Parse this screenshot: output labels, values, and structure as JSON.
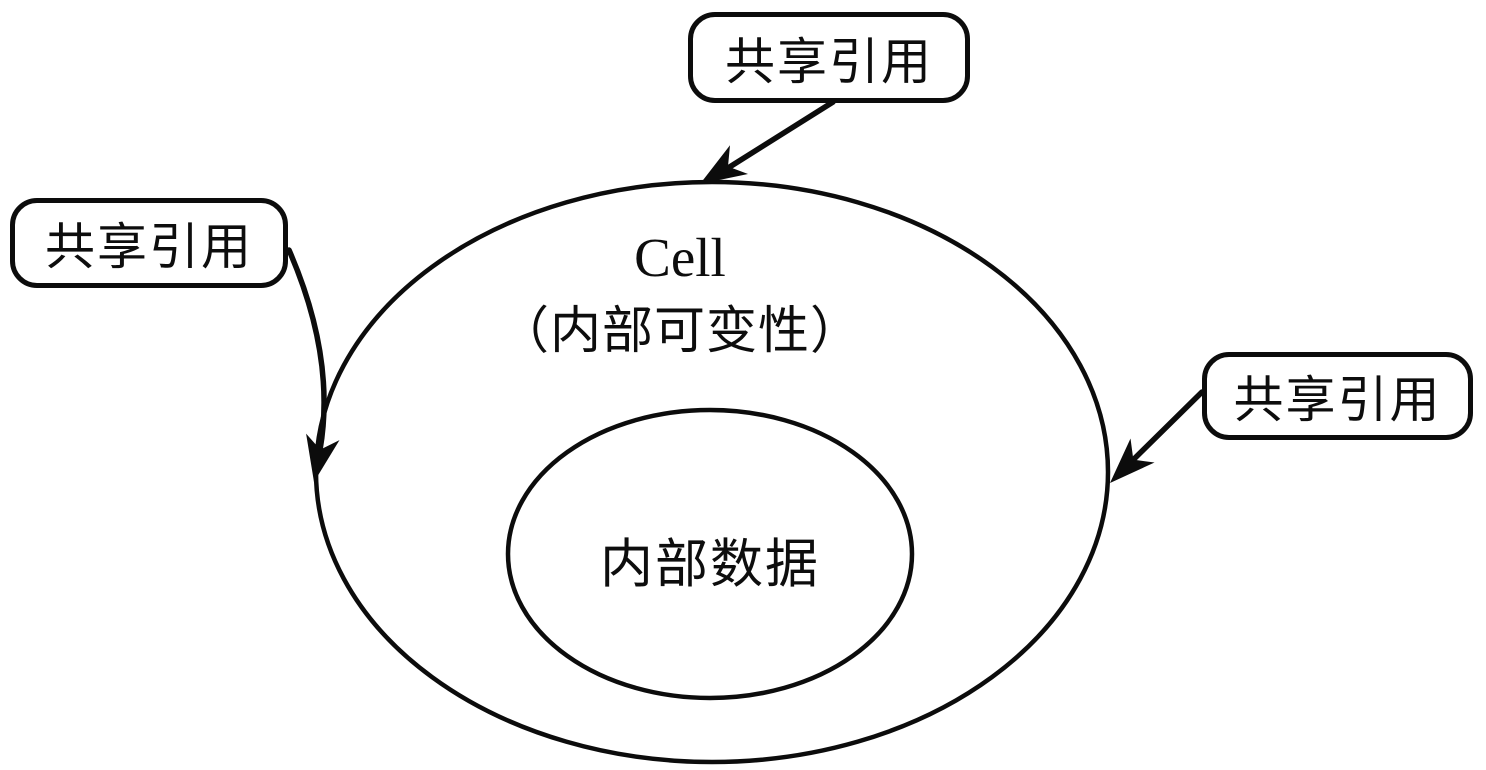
{
  "diagram": {
    "background_color": "#ffffff",
    "stroke_color": "#0c0c0c",
    "outer_ellipse": {
      "title": "Cell",
      "subtitle": "（内部可变性）"
    },
    "inner_ellipse": {
      "label": "内部数据"
    },
    "callouts": {
      "top": {
        "label": "共享引用"
      },
      "left": {
        "label": "共享引用"
      },
      "right": {
        "label": "共享引用"
      }
    }
  }
}
